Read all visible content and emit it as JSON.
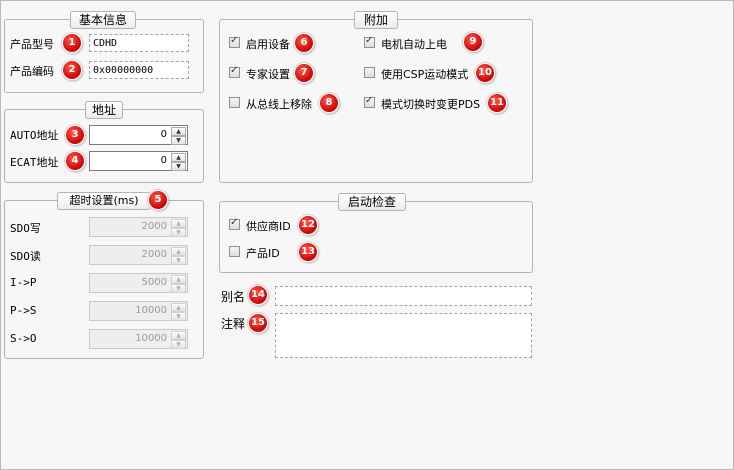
{
  "basic_info": {
    "title": "基本信息",
    "product_type_label": "产品型号",
    "product_type_value": "CDHD",
    "product_code_label": "产品编码",
    "product_code_value": "0x00000000"
  },
  "address": {
    "title": "地址",
    "auto_label": "AUTO地址",
    "auto_value": "0",
    "ecat_label": "ECAT地址",
    "ecat_value": "0"
  },
  "timeout": {
    "title": "超时设置(ms)",
    "rows": [
      {
        "label": "SDO写",
        "value": "2000"
      },
      {
        "label": "SDO读",
        "value": "2000"
      },
      {
        "label": "I->P",
        "value": "5000"
      },
      {
        "label": "P->S",
        "value": "10000"
      },
      {
        "label": "S->O",
        "value": "10000"
      }
    ]
  },
  "extra": {
    "title": "附加",
    "enable_device": {
      "label": "启用设备",
      "checked": true
    },
    "expert_settings": {
      "label": "专家设置",
      "checked": true
    },
    "remove_from_bus": {
      "label": "从总线上移除",
      "checked": false
    },
    "motor_auto_power": {
      "label": "电机自动上电",
      "checked": true
    },
    "use_csp_mode": {
      "label": "使用CSP运动模式",
      "checked": false
    },
    "mode_switch_pds": {
      "label": "模式切换时变更PDS",
      "checked": true
    }
  },
  "startup_check": {
    "title": "启动检查",
    "vendor_id": {
      "label": "供应商ID",
      "checked": true
    },
    "product_id": {
      "label": "产品ID",
      "checked": false
    }
  },
  "alias": {
    "label": "别名",
    "value": ""
  },
  "comment": {
    "label": "注释",
    "value": ""
  },
  "badges": [
    "1",
    "2",
    "3",
    "4",
    "5",
    "6",
    "7",
    "8",
    "9",
    "10",
    "11",
    "12",
    "13",
    "14",
    "15"
  ]
}
